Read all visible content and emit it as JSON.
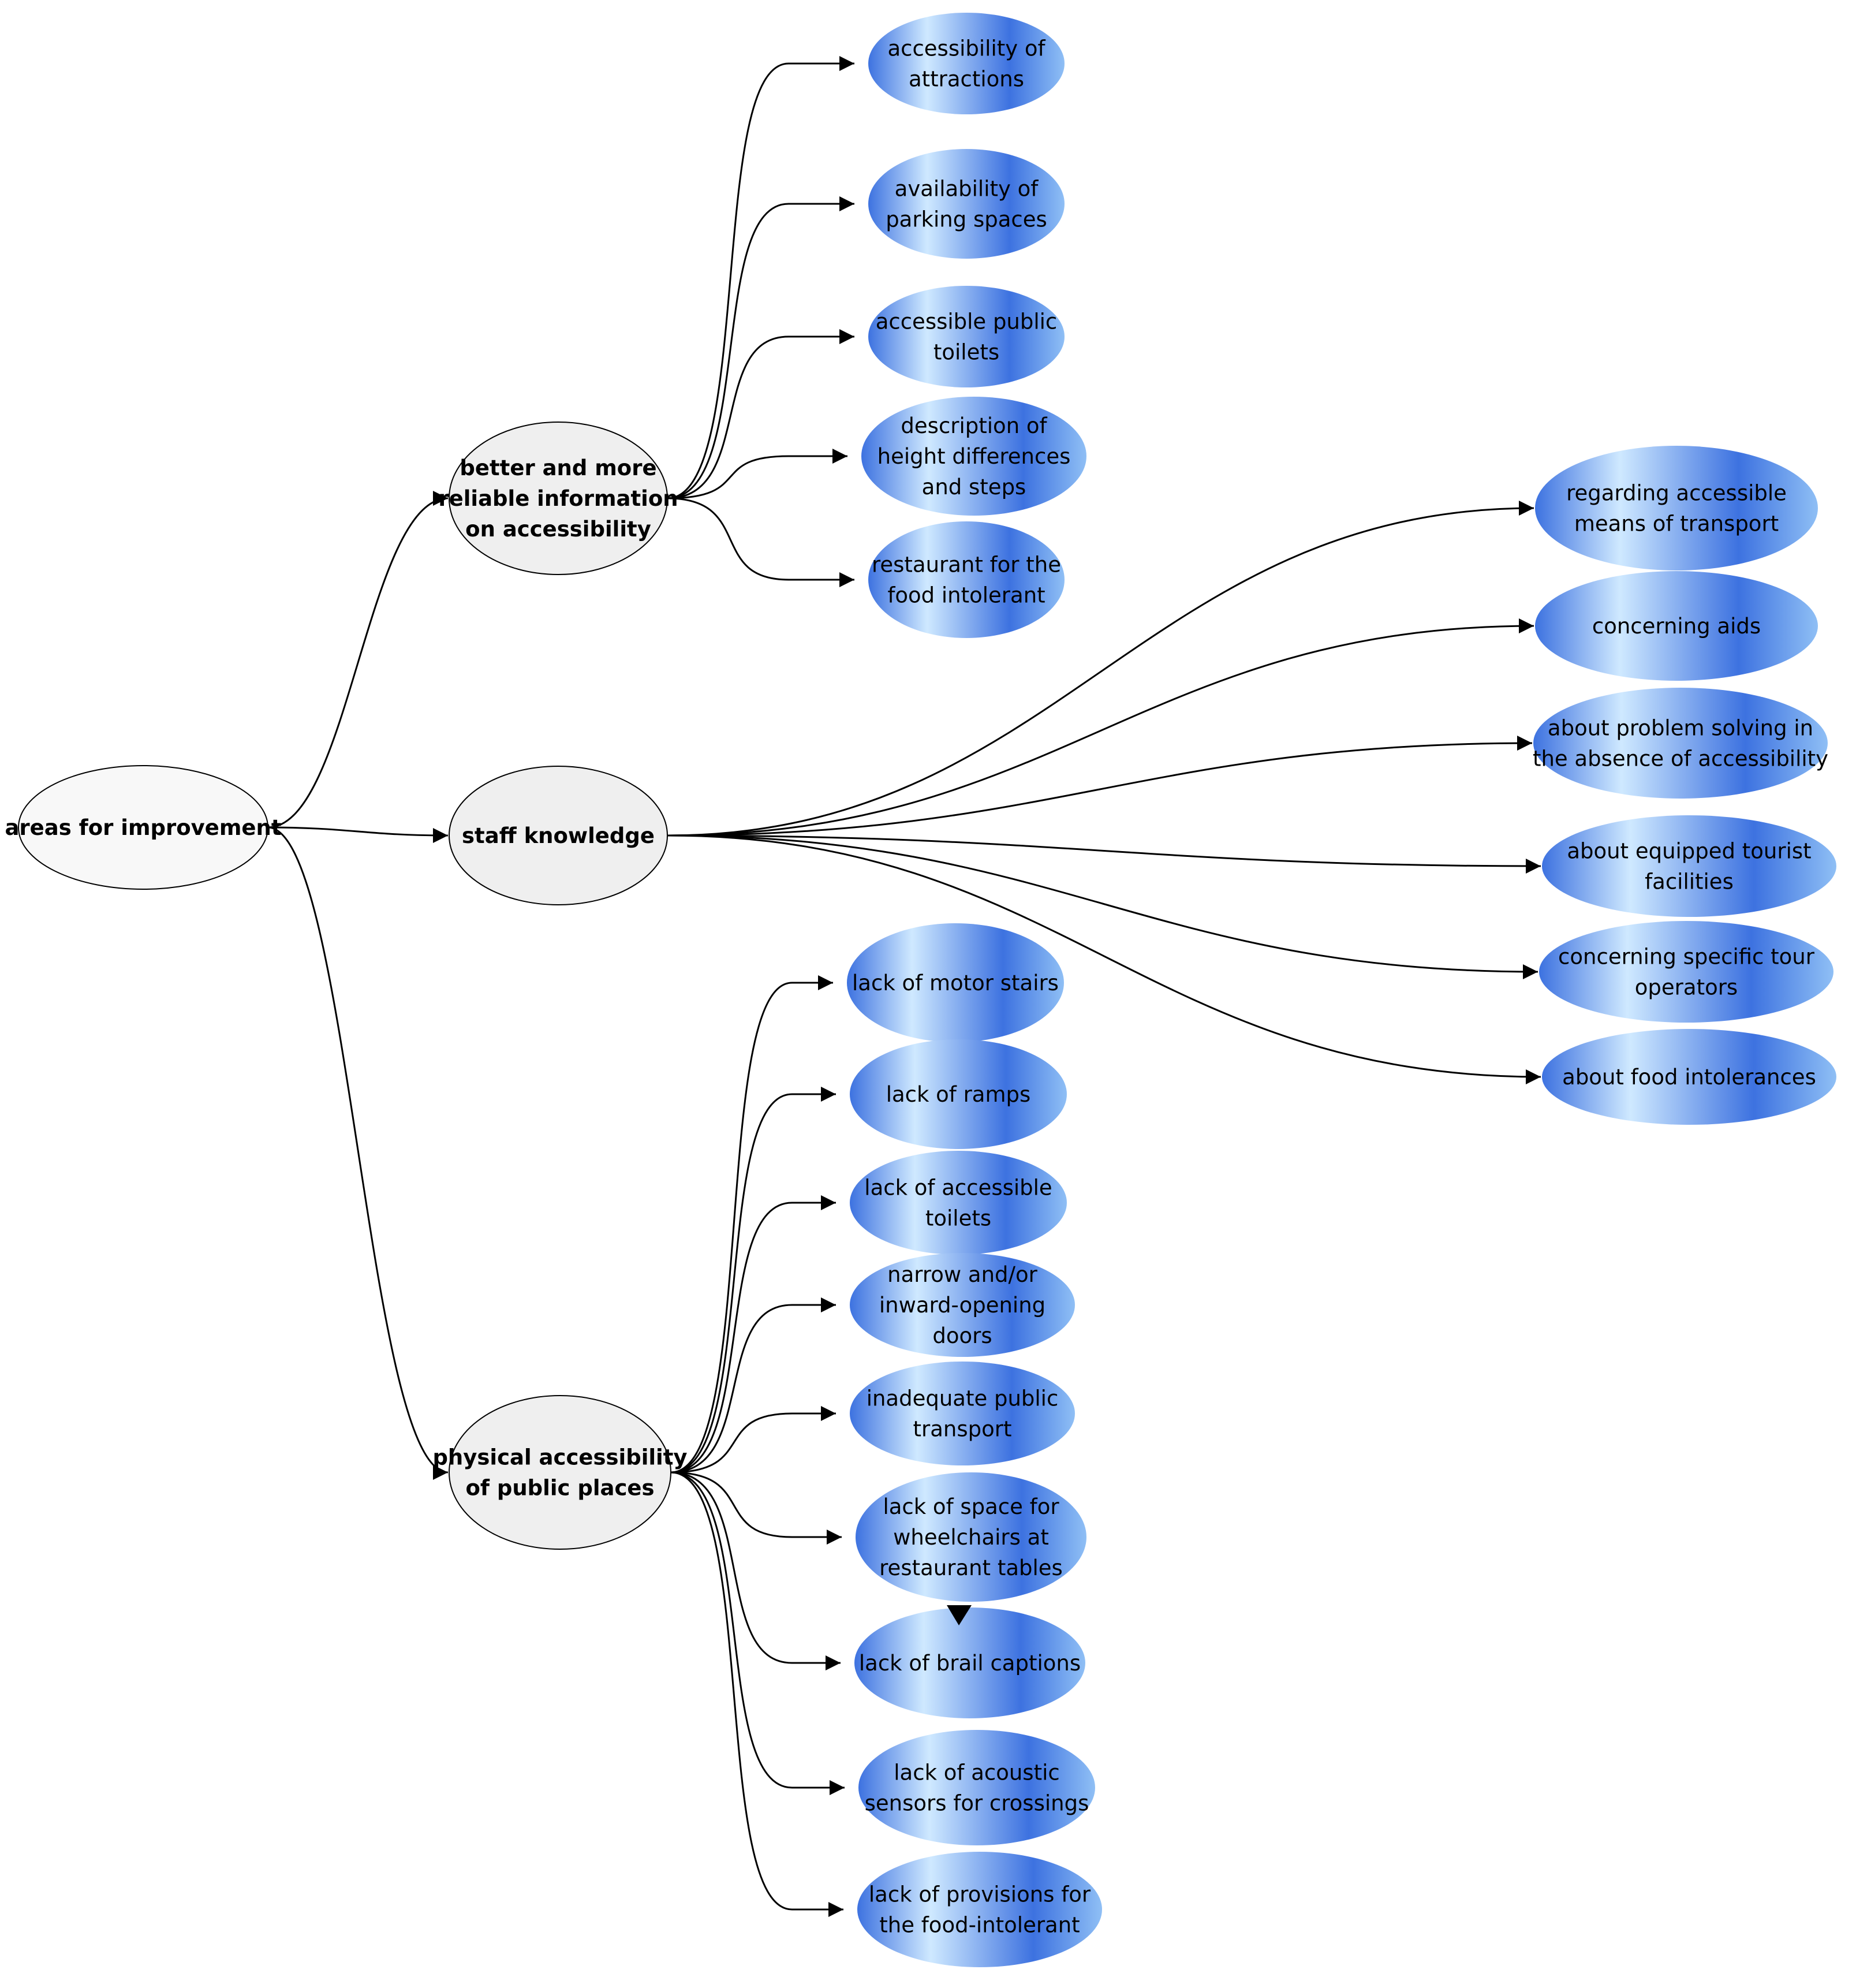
{
  "root": {
    "id": "root",
    "label": [
      "areas for improvement"
    ]
  },
  "categories": [
    {
      "id": "info",
      "label": [
        "better and more",
        "reliable information",
        "on accessibility"
      ],
      "children": [
        {
          "id": "info-1",
          "label": [
            "accessibility of",
            "attractions"
          ]
        },
        {
          "id": "info-2",
          "label": [
            "availability of",
            "parking spaces"
          ]
        },
        {
          "id": "info-3",
          "label": [
            "accessible public",
            "toilets"
          ]
        },
        {
          "id": "info-4",
          "label": [
            "description of",
            "height differences",
            "and steps"
          ]
        },
        {
          "id": "info-5",
          "label": [
            "restaurant for the",
            "food intolerant"
          ]
        }
      ]
    },
    {
      "id": "staff",
      "label": [
        "staff knowledge"
      ],
      "children": [
        {
          "id": "staff-1",
          "label": [
            "regarding accessible",
            "means of transport"
          ]
        },
        {
          "id": "staff-2",
          "label": [
            "concerning aids"
          ]
        },
        {
          "id": "staff-3",
          "label": [
            "about problem solving in",
            "the absence of accessibility"
          ]
        },
        {
          "id": "staff-4",
          "label": [
            "about equipped tourist",
            "facilities"
          ]
        },
        {
          "id": "staff-5",
          "label": [
            "concerning specific tour",
            "operators"
          ]
        },
        {
          "id": "staff-6",
          "label": [
            "about food intolerances"
          ]
        }
      ]
    },
    {
      "id": "phys",
      "label": [
        "physical accessibility",
        "of public places"
      ],
      "children": [
        {
          "id": "phys-1",
          "label": [
            "lack of motor stairs"
          ]
        },
        {
          "id": "phys-2",
          "label": [
            "lack of ramps"
          ]
        },
        {
          "id": "phys-3",
          "label": [
            "lack of accessible",
            "toilets"
          ]
        },
        {
          "id": "phys-4",
          "label": [
            "narrow and/or",
            "inward-opening",
            "doors"
          ]
        },
        {
          "id": "phys-5",
          "label": [
            "inadequate public",
            "transport"
          ]
        },
        {
          "id": "phys-6",
          "label": [
            "lack of space for",
            "wheelchairs at",
            "restaurant tables"
          ]
        },
        {
          "id": "phys-7",
          "label": [
            "lack of brail captions"
          ]
        },
        {
          "id": "phys-8",
          "label": [
            "lack of acoustic",
            "sensors for crossings"
          ]
        },
        {
          "id": "phys-9",
          "label": [
            "lack of provisions for",
            "the food-intolerant"
          ]
        }
      ]
    }
  ],
  "colors": {
    "root_fill": "#f8f8f8",
    "category_fill": "#efefef",
    "leaf_dark": "#3d72e0",
    "leaf_light": "#cfe9ff",
    "stroke": "#000000"
  }
}
